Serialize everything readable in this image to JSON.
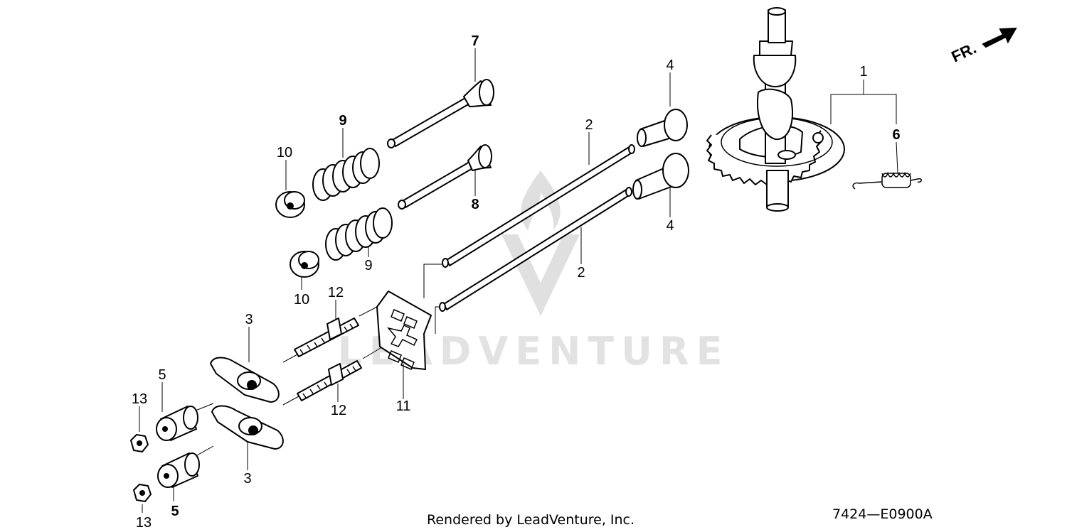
{
  "watermark": "LEADVENTURE",
  "front_marker": "FR.",
  "footer": {
    "rendered_by": "Rendered by LeadVenture, Inc.",
    "diagram_code": "7424—E0900A"
  },
  "callouts": [
    {
      "id": "c1",
      "label": "1"
    },
    {
      "id": "c2a",
      "label": "2"
    },
    {
      "id": "c2b",
      "label": "2"
    },
    {
      "id": "c3a",
      "label": "3"
    },
    {
      "id": "c3b",
      "label": "3"
    },
    {
      "id": "c4a",
      "label": "4"
    },
    {
      "id": "c4b",
      "label": "4"
    },
    {
      "id": "c5a",
      "label": "5"
    },
    {
      "id": "c5b",
      "label": "5"
    },
    {
      "id": "c6",
      "label": "6"
    },
    {
      "id": "c7",
      "label": "7"
    },
    {
      "id": "c8",
      "label": "8"
    },
    {
      "id": "c9a",
      "label": "9"
    },
    {
      "id": "c9b",
      "label": "9"
    },
    {
      "id": "c10a",
      "label": "10"
    },
    {
      "id": "c10b",
      "label": "10"
    },
    {
      "id": "c11",
      "label": "11"
    },
    {
      "id": "c12a",
      "label": "12"
    },
    {
      "id": "c12b",
      "label": "12"
    },
    {
      "id": "c13a",
      "label": "13"
    },
    {
      "id": "c13b",
      "label": "13"
    }
  ]
}
